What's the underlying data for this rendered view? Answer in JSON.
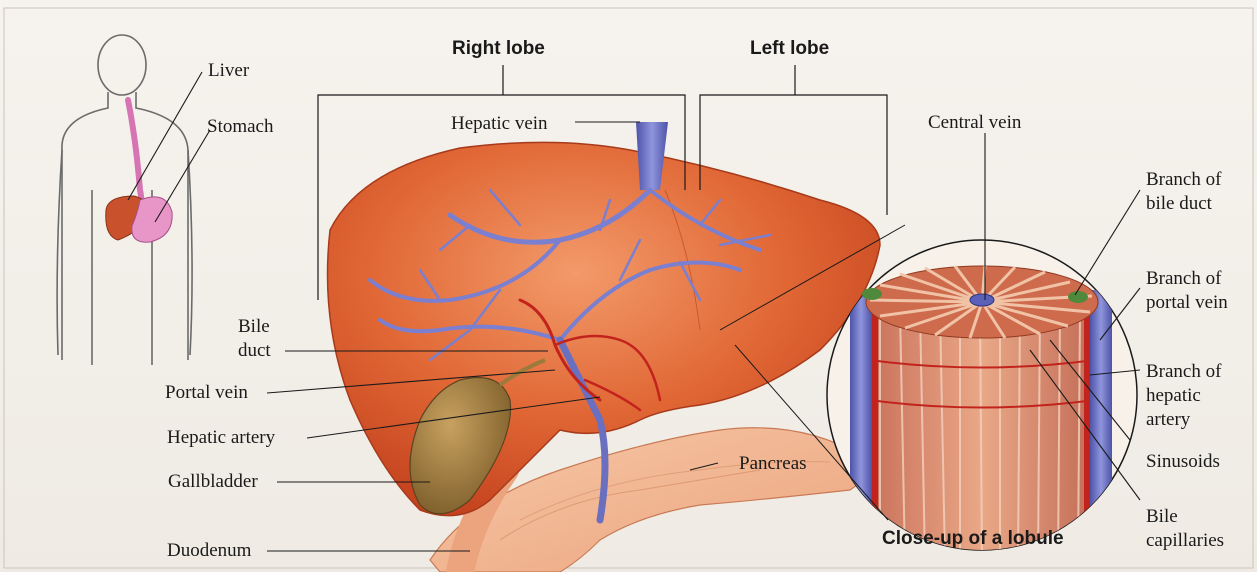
{
  "diagram": {
    "headings": {
      "right_lobe": "Right lobe",
      "left_lobe": "Left lobe",
      "lobule_closeup": "Close-up of a lobule"
    },
    "body_inset_labels": {
      "liver": "Liver",
      "stomach": "Stomach"
    },
    "liver_labels": {
      "hepatic_vein": "Hepatic vein",
      "bile_duct_1": "Bile",
      "bile_duct_2": "duct",
      "portal_vein": "Portal vein",
      "hepatic_artery": "Hepatic artery",
      "gallbladder": "Gallbladder",
      "duodenum": "Duodenum",
      "pancreas": "Pancreas"
    },
    "lobule_labels": {
      "central_vein": "Central vein",
      "branch_bile_duct_1": "Branch of",
      "branch_bile_duct_2": "bile duct",
      "branch_portal_vein_1": "Branch of",
      "branch_portal_vein_2": "portal vein",
      "branch_hepatic_artery_1": "Branch of",
      "branch_hepatic_artery_2": "hepatic",
      "branch_hepatic_artery_3": "artery",
      "sinusoids": "Sinusoids",
      "bile_capillaries_1": "Bile",
      "bile_capillaries_2": "capillaries"
    },
    "colors": {
      "liver": "#d9542b",
      "liver_light": "#f08a5a",
      "vein_blue": "#6a6fc0",
      "artery_red": "#c2231c",
      "pancreas": "#f2b48e",
      "gallbladder": "#9b7a3c",
      "stomach": "#e58bc0",
      "lobule_cells": "#d8896a",
      "leader_line": "#1a1a1a"
    }
  }
}
